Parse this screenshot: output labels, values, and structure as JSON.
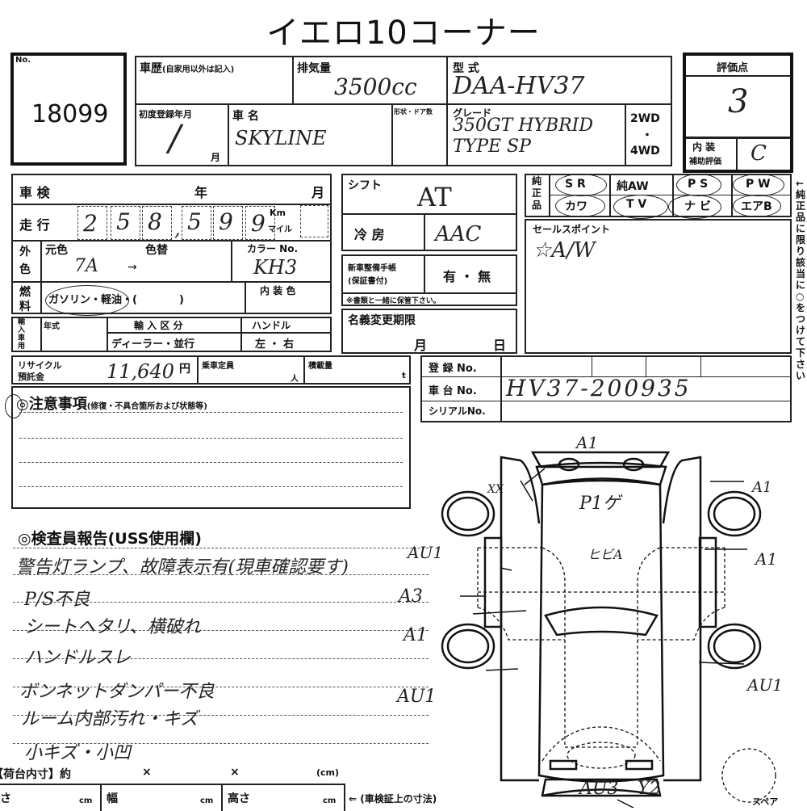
{
  "title": "イエロ10コーナー",
  "lot": {
    "no_label": "No.",
    "number": "18099"
  },
  "history": {
    "label": "車歴",
    "note": "(自家用以外は記入)"
  },
  "displacement": {
    "label": "排気量",
    "value": "3500cc"
  },
  "model_code": {
    "label": "型 式",
    "value": "DAA-HV37"
  },
  "first_reg": {
    "label": "初度登録年月",
    "slash": "/",
    "month": "月"
  },
  "car_name": {
    "label": "車 名",
    "value": "SKYLINE"
  },
  "body_doors": {
    "label": "形状・ドア数"
  },
  "grade": {
    "label": "グレード",
    "line1": "350GT HYBRID",
    "line2": "TYPE SP"
  },
  "drive": {
    "opt1": "2WD",
    "sep": "・",
    "opt2": "4WD"
  },
  "score": {
    "label": "評価点",
    "value": "3",
    "interior_label1": "内 装",
    "interior_label2": "補助評価",
    "interior_value": "C"
  },
  "inspection": {
    "label": "車 検",
    "year": "年",
    "month": "月"
  },
  "mileage": {
    "label": "走 行",
    "digits": [
      "2",
      "5",
      "8",
      "5",
      "9",
      "9"
    ],
    "comma": ",",
    "km": "Km",
    "mile": "マイル"
  },
  "exterior": {
    "label1": "外",
    "label2": "色",
    "orig_label": "元色",
    "change_label": "色替",
    "orig_value": "7A",
    "arrow": "→",
    "color_no_label": "カラー No.",
    "color_no": "KH3"
  },
  "fuel": {
    "label1": "燃",
    "label2": "料",
    "options": "ガソリン・軽油・(　　　　)",
    "interior_color_label": "内 装 色"
  },
  "import": {
    "label": "輸入車用",
    "year_label": "年式",
    "type_label": "輸 入 区 分",
    "type_options": "ディーラー・並行",
    "handle_label": "ハンドル",
    "handle_options": "左 ・ 右"
  },
  "shift": {
    "label": "シフト",
    "value": "AT"
  },
  "ac": {
    "label": "冷 房",
    "value": "AAC"
  },
  "maintenance": {
    "label1": "新車整備手帳",
    "label2": "(保証書付)",
    "options": "有 ・ 無",
    "note": "※書類と一緒に保管下さい。"
  },
  "name_change": {
    "label": "名義変更期限",
    "month": "月",
    "day": "日"
  },
  "genuine": {
    "label": "純正品",
    "items": [
      "S R",
      "純AW",
      "P S",
      "P W",
      "カワ",
      "T V",
      "ナ ビ",
      "エアB"
    ]
  },
  "side_note": "←純正品に限り該当に○をつけて下さい",
  "sales_point": {
    "label": "セールスポイント",
    "value": "☆A/W"
  },
  "recycle": {
    "label1": "リサイクル",
    "label2": "預託金",
    "value": "11,640",
    "unit": "円"
  },
  "capacity": {
    "label": "乗車定員",
    "unit": "人"
  },
  "load": {
    "label": "積載量",
    "unit": "t"
  },
  "registration": {
    "reg_label": "登 録 No.",
    "chassis_label": "車 台 No.",
    "chassis_value": "HV37-200935",
    "serial_label": "シリアルNo."
  },
  "notes": {
    "title": "◎注意事項",
    "subtitle": "(修復・不具合箇所および状態等)"
  },
  "inspector": {
    "title": "◎検査員報告(USS使用欄)",
    "lines": [
      "警告灯ランプ、故障表示有(現車確認要す)",
      "P/S不良",
      "シートヘタリ、横破れ",
      "ハンドルスレ",
      "ボンネットダンパー不良",
      "ルーム内部汚れ・キズ",
      "小キズ・小凹"
    ]
  },
  "cargo": {
    "label": "【荷台内寸】約",
    "x1": "×",
    "x2": "×",
    "unit": "(cm)",
    "length": "長さ",
    "width": "幅",
    "height": "高さ",
    "cm": "cm",
    "note": "⇐ (車検証上の寸法)"
  },
  "diagram": {
    "marks": [
      "A1",
      "P1ゲ",
      "ヒビA",
      "A1",
      "AU1",
      "A3",
      "A1",
      "A1",
      "AU1",
      "AU1",
      "AU3",
      "Y2",
      "XX"
    ],
    "spare": "スペア"
  }
}
